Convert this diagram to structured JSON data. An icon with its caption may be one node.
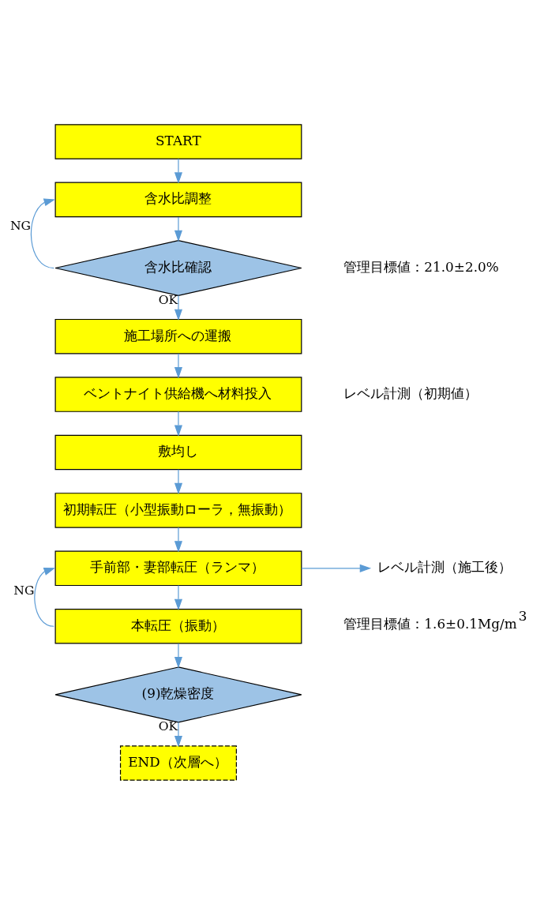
{
  "diagram": {
    "nodes": [
      {
        "text": [
          "START"
        ]
      },
      {
        "text": [
          "含水比調整"
        ]
      },
      {
        "text": [
          "含水比確認"
        ]
      },
      {
        "text": [
          "施工場所への運搬"
        ]
      },
      {
        "text": [
          "ベントナイト供給機へ材料投入"
        ]
      },
      {
        "text": [
          "敷均し"
        ]
      },
      {
        "text": [
          "初期転圧（小型振動ローラ，無振動）"
        ]
      },
      {
        "text": [
          "手前部・妻部転圧（ランマ）"
        ]
      },
      {
        "text": [
          "レベル計測（施工後）"
        ]
      },
      {
        "text": [
          "本転圧（振動）"
        ]
      },
      {
        "text": [
          "(9)乾燥密度"
        ]
      },
      {
        "text": [
          "END（次層へ）"
        ]
      }
    ],
    "edges": [
      {
        "from": 0,
        "to": 1,
        "arrow": "to"
      },
      {
        "from": 1,
        "to": 2,
        "arrow": "to"
      },
      {
        "from": 2,
        "to": 1,
        "arrow": "to",
        "label": "NG"
      },
      {
        "from": 2,
        "to": 3,
        "arrow": "to",
        "label": "OK"
      },
      {
        "from": 3,
        "to": 4,
        "arrow": "to"
      },
      {
        "from": 4,
        "to": 5,
        "arrow": "to"
      },
      {
        "from": 5,
        "to": 6,
        "arrow": "to"
      },
      {
        "from": 6,
        "to": 7,
        "arrow": "to"
      },
      {
        "from": 7,
        "to": 8,
        "arrow": "to"
      },
      {
        "from": 7,
        "to": 9,
        "arrow": "to"
      },
      {
        "from": 9,
        "to": 7,
        "arrow": "to",
        "label": "NG"
      },
      {
        "from": 9,
        "to": 10,
        "arrow": "to"
      },
      {
        "from": 10,
        "to": 11,
        "arrow": "to",
        "label": "OK"
      }
    ],
    "labels": [
      "管理目標値：21.0±2.0%",
      "レベル計測（初期値）",
      "管理目標値：1.6±0.1Mg/m$^{3}$"
    ]
  }
}
